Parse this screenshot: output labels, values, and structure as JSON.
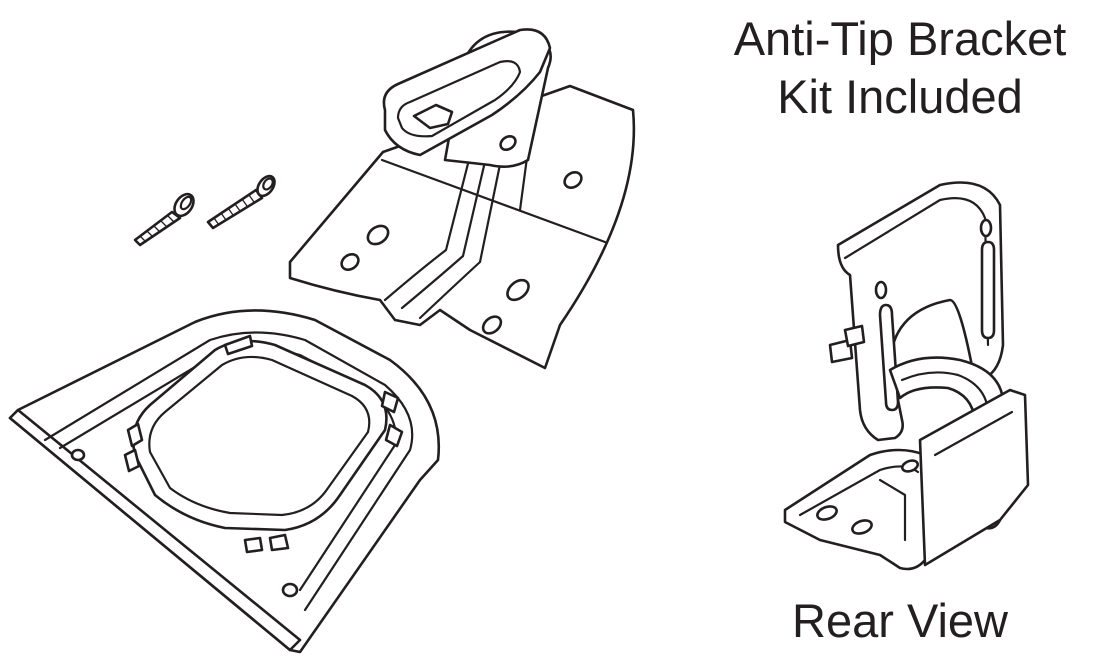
{
  "heading": {
    "line1": "Anti-Tip Bracket",
    "line2": "Kit Included"
  },
  "caption": "Rear View",
  "colors": {
    "ink": "#231f20",
    "background": "#ffffff"
  }
}
